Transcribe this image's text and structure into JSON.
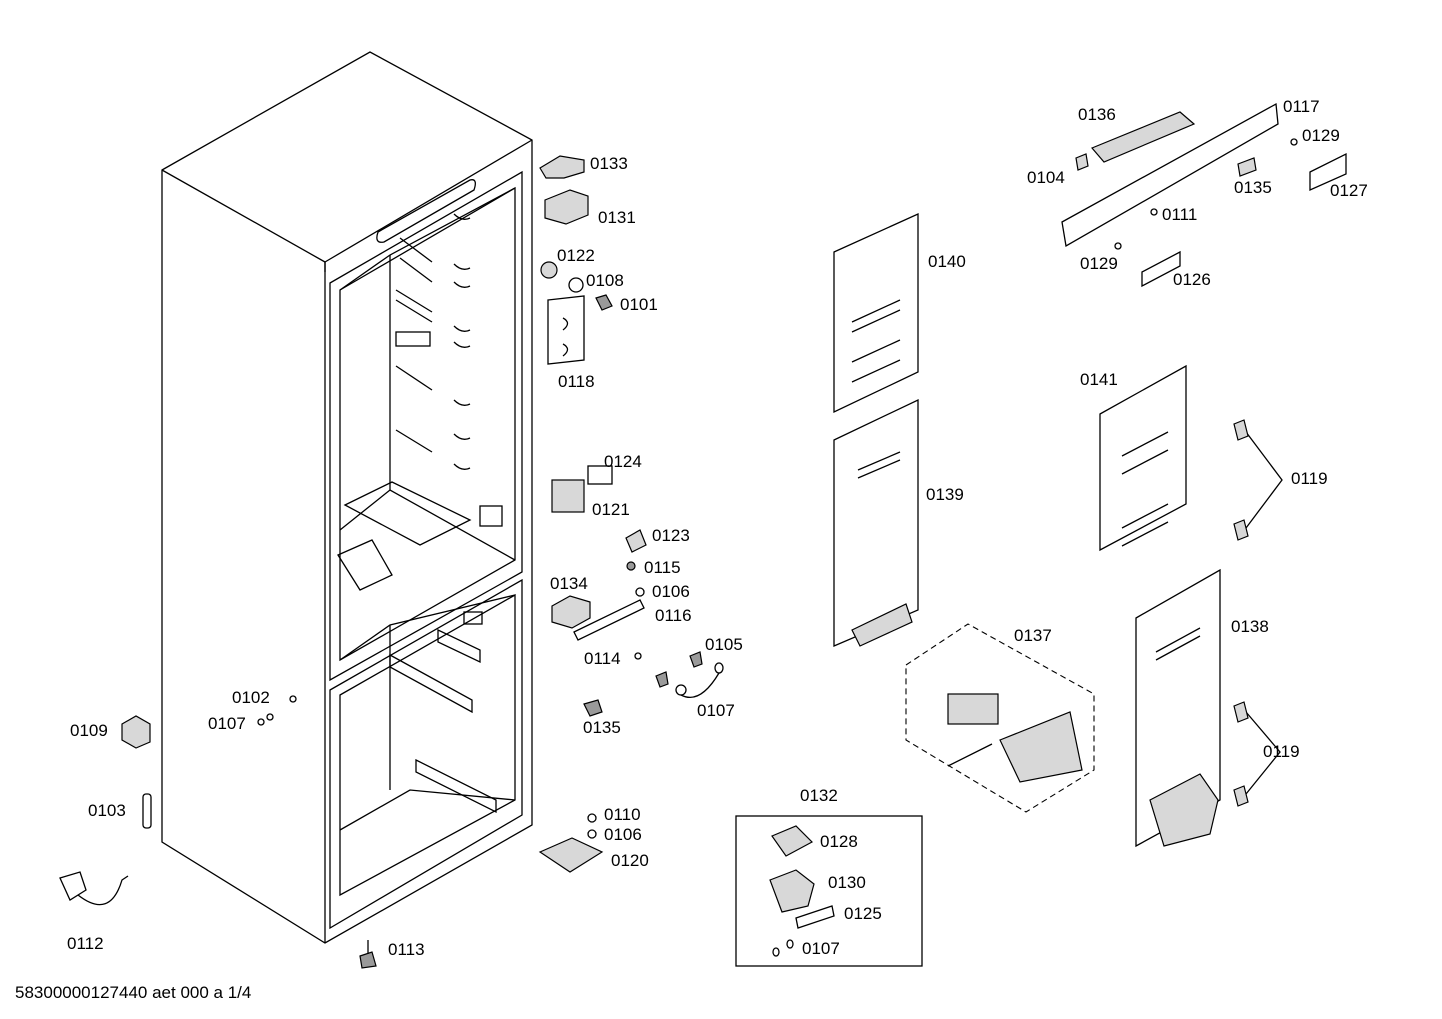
{
  "labels": {
    "p0133": "0133",
    "p0131": "0131",
    "p0122": "0122",
    "p0108": "0108",
    "p0101": "0101",
    "p0118": "0118",
    "p0124": "0124",
    "p0121": "0121",
    "p0123": "0123",
    "p0115": "0115",
    "p0106a": "0106",
    "p0134": "0134",
    "p0116": "0116",
    "p0105": "0105",
    "p0114": "0114",
    "p0107a": "0107",
    "p0135a": "0135",
    "p0102": "0102",
    "p0107b": "0107",
    "p0109": "0109",
    "p0103": "0103",
    "p0110": "0110",
    "p0106b": "0106",
    "p0120": "0120",
    "p0112": "0112",
    "p0113": "0113",
    "p0140": "0140",
    "p0139": "0139",
    "p0137": "0137",
    "p0132": "0132",
    "p0128": "0128",
    "p0130": "0130",
    "p0125": "0125",
    "p0107c": "0107",
    "p0136": "0136",
    "p0117": "0117",
    "p0129a": "0129",
    "p0104": "0104",
    "p0135b": "0135",
    "p0127": "0127",
    "p0111": "0111",
    "p0129b": "0129",
    "p0126": "0126",
    "p0141": "0141",
    "p0119a": "0119",
    "p0138": "0138",
    "p0119b": "0119"
  },
  "footer": "58300000127440 aet 000 a 1/4"
}
